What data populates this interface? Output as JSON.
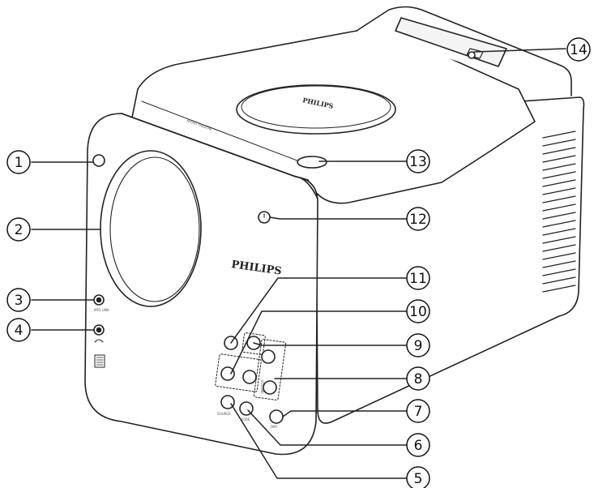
{
  "figure": {
    "brand_front": "PHILIPS",
    "brand_top": "PHILIPS",
    "jack_mp3_label": "MP3 LINK",
    "volume_label": "VOLUME",
    "source_label": "SOURCE",
    "mode_label": "MODE",
    "dim_label": "DIM",
    "top_strip_text": "MICRO THEATRE",
    "colors": {
      "line": "#222222",
      "fill": "#ffffff",
      "callout": "#111111"
    }
  },
  "callouts": [
    {
      "number": "1",
      "target": "IR sensor"
    },
    {
      "number": "2",
      "target": "Speaker"
    },
    {
      "number": "3",
      "target": "MP3 LINK jack"
    },
    {
      "number": "4",
      "target": "Headphone jack"
    },
    {
      "number": "5",
      "target": "SOURCE button"
    },
    {
      "number": "6",
      "target": "MODE button"
    },
    {
      "number": "7",
      "target": "DIM button"
    },
    {
      "number": "8",
      "target": "VOLUME buttons"
    },
    {
      "number": "9",
      "target": "Stop button"
    },
    {
      "number": "10",
      "target": "Skip buttons"
    },
    {
      "number": "11",
      "target": "Play/Pause button"
    },
    {
      "number": "12",
      "target": "Standby button"
    },
    {
      "number": "13",
      "target": "Open/Close button"
    },
    {
      "number": "14",
      "target": "Dock"
    }
  ]
}
